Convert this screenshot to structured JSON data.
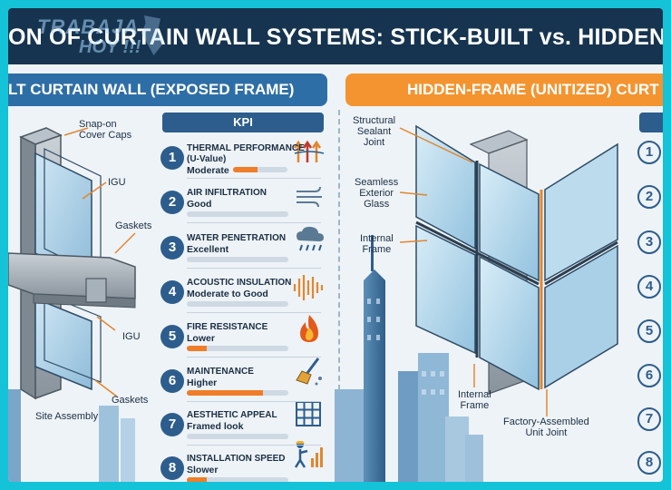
{
  "main_title": "ON OF CURTAIN WALL SYSTEMS: STICK-BUILT vs. HIDDEN-FRAME",
  "watermark": {
    "line1": "TRABAJA",
    "line2": "HOY !!!"
  },
  "left_panel": {
    "header": "LT CURTAIN WALL (EXPOSED FRAME)",
    "labels": {
      "snap_on": "Snap-on\nCover Caps",
      "igu_top": "IGU",
      "gaskets_top": "Gaskets",
      "igu_bottom": "IGU",
      "gaskets_bottom": "Gaskets",
      "site_assembly": "Site Assembly"
    }
  },
  "right_panel": {
    "header": "HIDDEN-FRAME (UNITIZED) CURT",
    "labels": {
      "structural_sealant": "Structural\nSealant\nJoint",
      "seamless_glass": "Seamless\nExterior\nGlass",
      "internal_frame_top": "Internal\nFrame",
      "internal_frame_bottom": "Internal\nFrame",
      "factory_joint": "Factory-Assembled\nUnit Joint"
    },
    "row_numbers": [
      "1",
      "2",
      "3",
      "4",
      "5",
      "6",
      "7",
      "8"
    ]
  },
  "kpi": {
    "header": "KPI",
    "accent_color": "#ef7d2a",
    "rows": [
      {
        "num": "1",
        "title": "THERMAL PERFORMANCE",
        "subtitle": "(U-Value)",
        "value": "Moderate",
        "level": 0.45,
        "icon": "thermal-arrows-icon"
      },
      {
        "num": "2",
        "title": "AIR INFILTRATION",
        "subtitle": "",
        "value": "Good",
        "level": 0.0,
        "icon": "wind-icon"
      },
      {
        "num": "3",
        "title": "WATER PENETRATION",
        "subtitle": "",
        "value": "Excellent",
        "level": 0.0,
        "icon": "rain-cloud-icon"
      },
      {
        "num": "4",
        "title": "ACOUSTIC INSULATION",
        "subtitle": "",
        "value": "Moderate to Good",
        "level": 0.0,
        "icon": "sound-wave-icon"
      },
      {
        "num": "5",
        "title": "FIRE RESISTANCE",
        "subtitle": "",
        "value": "Lower",
        "level": 0.2,
        "icon": "flame-icon"
      },
      {
        "num": "6",
        "title": "MAINTENANCE",
        "subtitle": "",
        "value": "Higher",
        "level": 0.75,
        "icon": "cleaning-brush-icon"
      },
      {
        "num": "7",
        "title": "AESTHETIC APPEAL",
        "subtitle": "",
        "value": "Framed look",
        "level": 0.0,
        "icon": "grid-facade-icon"
      },
      {
        "num": "8",
        "title": "INSTALLATION SPEED",
        "subtitle": "",
        "value": "Slower",
        "level": 0.2,
        "icon": "construction-worker-icon"
      }
    ]
  }
}
